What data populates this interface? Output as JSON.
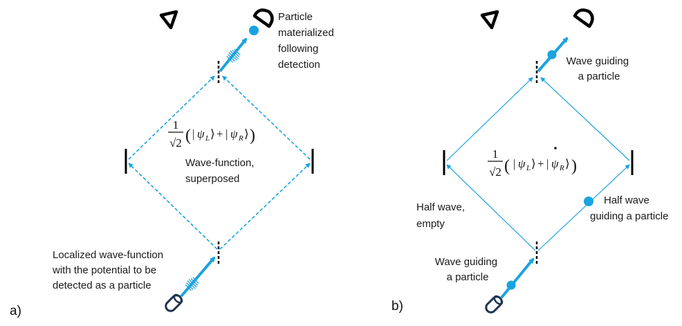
{
  "panel_a": {
    "tag": "a)",
    "particle_label": [
      "Particle",
      "materialized",
      "following",
      "detection"
    ],
    "wave_label": [
      "Wave-function,",
      "superposed"
    ],
    "source_label": [
      "Localized wave-function",
      "with the potential to be",
      "detected as a particle"
    ],
    "formula": {
      "frac_num": "1",
      "frac_den": "√2",
      "psi": "ψ",
      "left": "L",
      "right": "R",
      "plus": "+"
    }
  },
  "panel_b": {
    "tag": "b)",
    "top_label": [
      "Wave guiding",
      "a particle"
    ],
    "left_label": [
      "Half wave,",
      "empty"
    ],
    "right_label": [
      "Half wave",
      "guiding a particle"
    ],
    "bottom_label": [
      "Wave guiding",
      "a particle"
    ],
    "formula": {
      "frac_num": "1",
      "frac_den": "√2",
      "psi": "ψ",
      "left": "L",
      "right": "R",
      "plus": "+"
    }
  },
  "colors": {
    "beam": "#19a3e0",
    "ink": "#000000",
    "detector": "#000000",
    "source": "#1f3350"
  },
  "icons": [
    "detector-icon",
    "particle-source-icon",
    "beam-splitter-icon",
    "mirror-icon",
    "wave-packet-icon",
    "particle-dot-icon"
  ]
}
